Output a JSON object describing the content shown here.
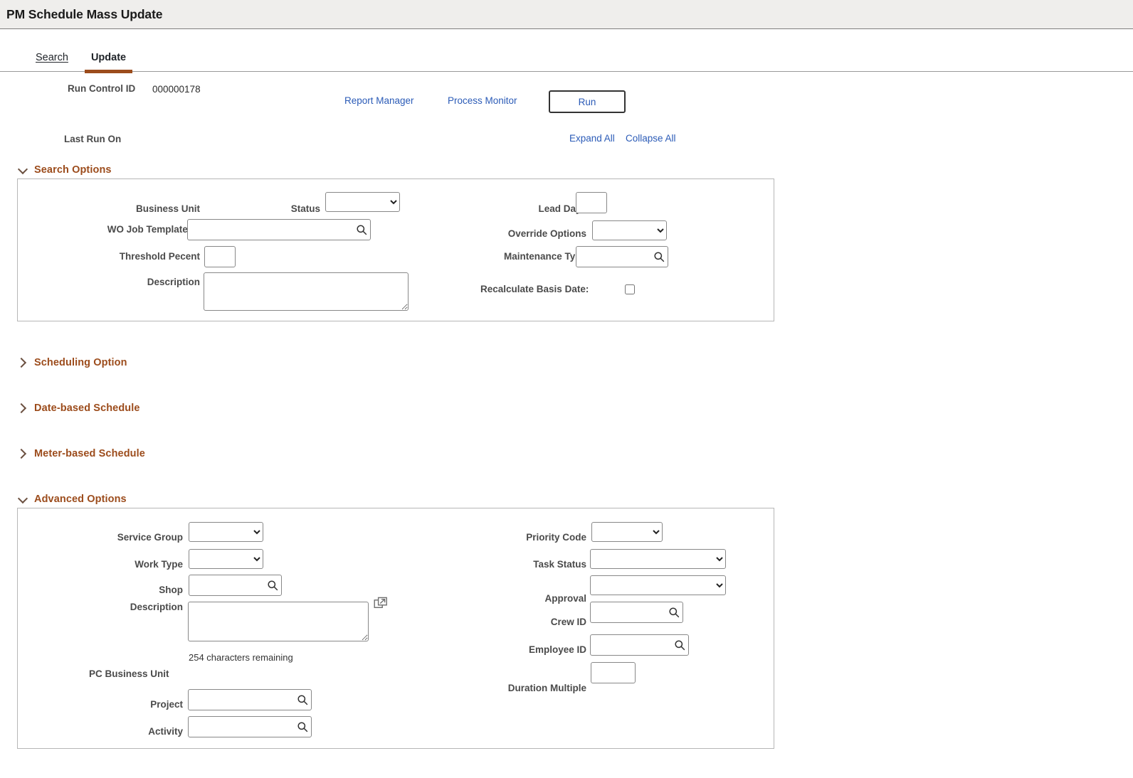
{
  "header": {
    "title": "PM Schedule Mass Update"
  },
  "tabs": [
    {
      "label": "Search",
      "active": false
    },
    {
      "label": "Update",
      "active": true
    }
  ],
  "run_control": {
    "id_label": "Run Control ID",
    "id_value": "000000178",
    "report_manager": "Report Manager",
    "process_monitor": "Process Monitor",
    "run_button": "Run",
    "last_run_label": "Last Run On",
    "last_run_value": "",
    "expand_all": "Expand All",
    "collapse_all": "Collapse All"
  },
  "sections": {
    "search_options": {
      "title": "Search Options",
      "expanded": true
    },
    "scheduling_option": {
      "title": "Scheduling Option",
      "expanded": false
    },
    "date_based_schedule": {
      "title": "Date-based Schedule",
      "expanded": false
    },
    "meter_based_schedule": {
      "title": "Meter-based Schedule",
      "expanded": false
    },
    "advanced_options": {
      "title": "Advanced Options",
      "expanded": true
    }
  },
  "search_options_fields": {
    "business_unit": {
      "label": "Business Unit",
      "value": ""
    },
    "status": {
      "label": "Status",
      "value": "",
      "options": [
        ""
      ]
    },
    "wo_job_template_id": {
      "label": "WO Job Template ID",
      "value": "",
      "icon": "search-icon"
    },
    "threshold_pecent": {
      "label": "Threshold Pecent",
      "value": ""
    },
    "description": {
      "label": "Description",
      "value": ""
    },
    "lead_days": {
      "label": "Lead Days",
      "value": ""
    },
    "override_options": {
      "label": "Override Options",
      "value": "",
      "options": [
        ""
      ]
    },
    "maintenance_type": {
      "label": "Maintenance Type",
      "value": "",
      "icon": "search-icon"
    },
    "recalculate_basis_date": {
      "label": "Recalculate Basis Date:",
      "checked": false
    }
  },
  "advanced_options_fields": {
    "service_group": {
      "label": "Service Group",
      "value": "",
      "options": [
        ""
      ]
    },
    "work_type": {
      "label": "Work Type",
      "value": "",
      "options": [
        ""
      ]
    },
    "shop": {
      "label": "Shop",
      "value": "",
      "icon": "search-icon"
    },
    "description": {
      "label": "Description",
      "value": "",
      "remaining": "254 characters remaining",
      "expand_icon": "popout-icon"
    },
    "pc_business_unit": {
      "label": "PC Business Unit",
      "value": ""
    },
    "project": {
      "label": "Project",
      "value": "",
      "icon": "search-icon"
    },
    "activity": {
      "label": "Activity",
      "value": "",
      "icon": "search-icon"
    },
    "priority_code": {
      "label": "Priority Code",
      "value": "",
      "options": [
        ""
      ]
    },
    "task_status": {
      "label": "Task Status",
      "value": "",
      "options": [
        ""
      ]
    },
    "approval": {
      "label": "Approval",
      "value": "",
      "options": [
        ""
      ]
    },
    "crew_id": {
      "label": "Crew ID",
      "value": "",
      "icon": "search-icon"
    },
    "employee_id": {
      "label": "Employee ID",
      "value": "",
      "icon": "search-icon"
    },
    "duration_multiple": {
      "label": "Duration Multiple",
      "value": ""
    }
  },
  "colors": {
    "header_bg": "#efeeec",
    "section_heading": "#9c4c1c",
    "tab_accent": "#9c4c1c",
    "link": "#2b5bb7",
    "label": "#4a4a4a",
    "panel_border": "#b6b6b6"
  }
}
